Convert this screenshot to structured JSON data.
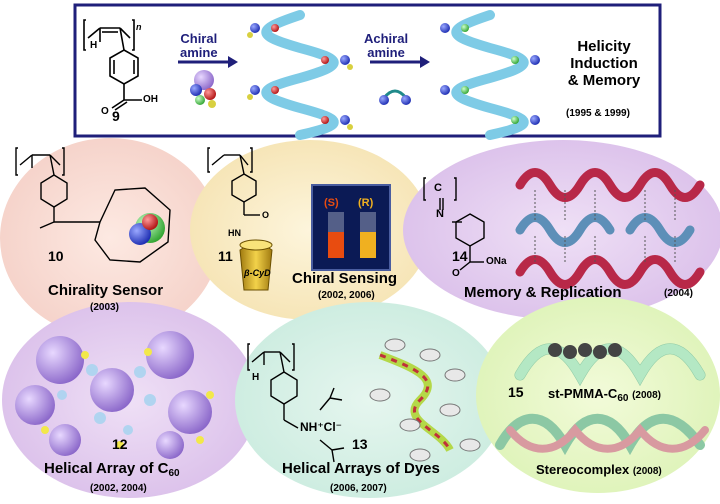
{
  "top_panel": {
    "compound": "9",
    "step1_label": "Chiral\namine",
    "step2_label": "Achiral\namine",
    "title": "Helicity\nInduction\n& Memory",
    "years": "(1995 & 1999)",
    "atom_h": "H",
    "atom_o": "O",
    "atom_oh": "OH",
    "sub_n": "n"
  },
  "panels": [
    {
      "compound": "10",
      "title": "Chirality Sensor",
      "years": "(2003)"
    },
    {
      "compound": "11",
      "title": "Chiral Sensing",
      "years": "(2002, 2006)",
      "vial_s": "(S)",
      "vial_r": "(R)",
      "cd_label": "β-CyD",
      "hn": "HN",
      "o": "O"
    },
    {
      "compound": "14",
      "title": "Memory & Replication",
      "years": "(2004)",
      "atom_c": "C",
      "atom_n": "N",
      "ona": "ONa",
      "o": "O"
    },
    {
      "compound": "12",
      "title_main": "Helical Array of C",
      "title_sub": "60",
      "years": "(2002, 2004)"
    },
    {
      "compound": "13",
      "title": "Helical Arrays of Dyes",
      "years": "(2006, 2007)",
      "ammonium": "NH⁺Cl⁻",
      "h": "H"
    },
    {
      "compound": "15",
      "label1_main": "st-PMMA-C",
      "label1_sub": "60",
      "label1_year": "(2008)",
      "label2": "Stereocomplex",
      "label2_year": "(2008)"
    }
  ],
  "colors": {
    "frame": "#1f1f7a",
    "helix_blue": "#7ecbe6",
    "helix_red": "#b82848",
    "helix_steel": "#5d8fb8",
    "helix_green": "#b4e8c4",
    "helix_pink": "#d89aa0"
  }
}
